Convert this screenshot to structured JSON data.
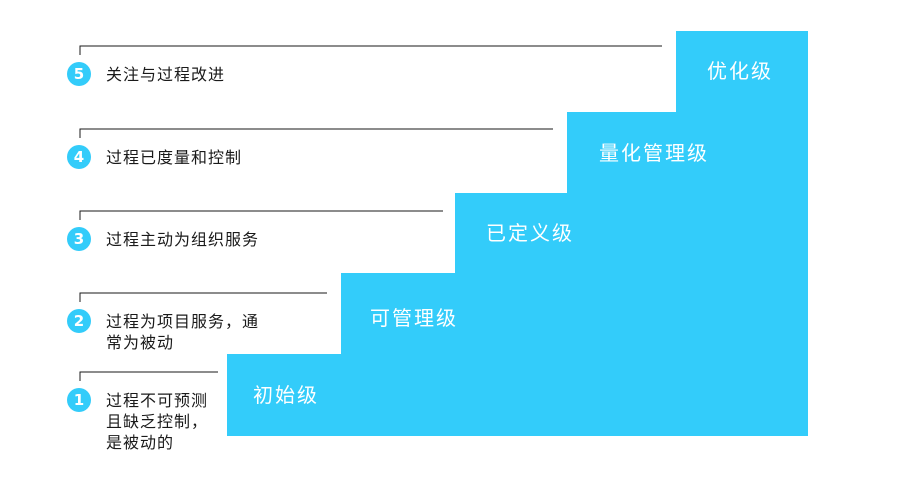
{
  "colors": {
    "accent": "#33ccfa",
    "line": "#1a1a1a",
    "text": "#1a1a1a"
  },
  "levels": [
    {
      "num": "1",
      "name": "初始级",
      "desc": "过程不可预测\n且缺乏控制，\n是被动的"
    },
    {
      "num": "2",
      "name": "可管理级",
      "desc": "过程为项目服务，通\n常为被动"
    },
    {
      "num": "3",
      "name": "已定义级",
      "desc": "过程主动为组织服务"
    },
    {
      "num": "4",
      "name": "量化管理级",
      "desc": "过程已度量和控制"
    },
    {
      "num": "5",
      "name": "优化级",
      "desc": "关注与过程改进"
    }
  ]
}
